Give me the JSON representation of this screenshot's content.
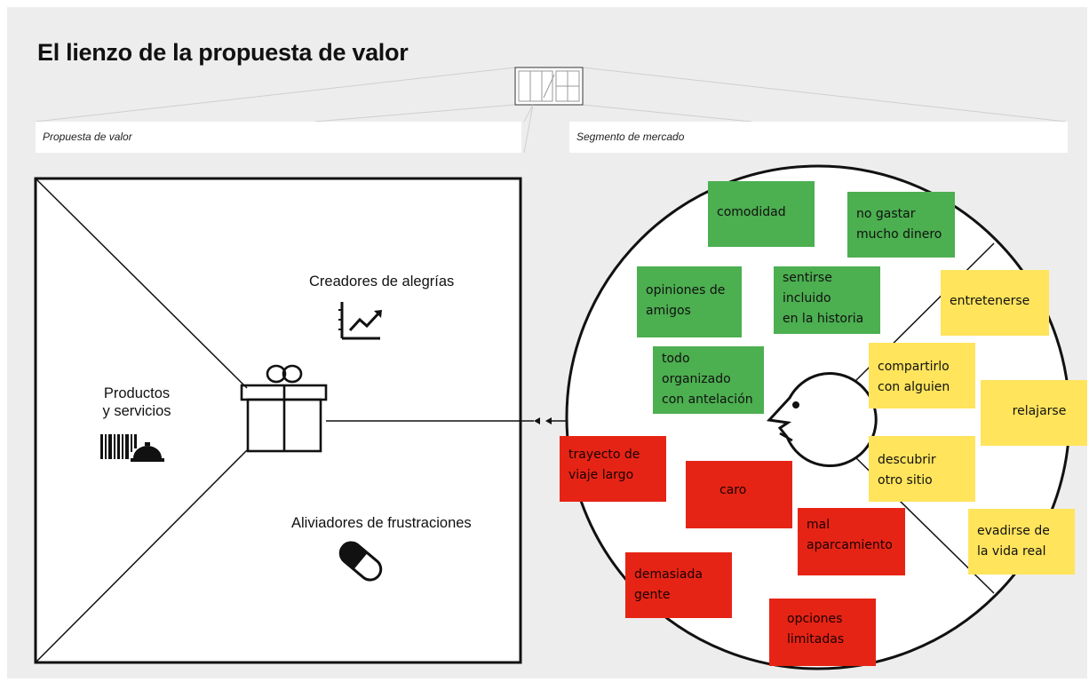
{
  "title": "El lienzo de la propuesta de valor",
  "headers": {
    "left": "Propuesta de valor",
    "right": "Segmento de mercado"
  },
  "value_proposition": {
    "gain_creators": "Creadores de alegrías",
    "products_services": "Productos\ny servicios",
    "pain_relievers": "Aliviadores de frustraciones"
  },
  "icons": {
    "thumbnail": "canvas-thumbnail-icon",
    "chart": "trending-chart-icon",
    "gift": "gift-icon",
    "barcode_service": "barcode-cloche-icon",
    "pill": "pill-icon",
    "face": "customer-face-icon"
  },
  "colors": {
    "gain": "#4caf50",
    "job": "#ffe45c",
    "pain": "#e62415",
    "background": "#ededed"
  },
  "notes": {
    "gains": [
      "comodidad",
      "no gastar\nmucho dinero",
      "opiniones de\namigos",
      "sentirse\nincluido\nen la historia",
      "todo\norganizado\ncon antelación"
    ],
    "jobs": [
      "entretenerse",
      "compartirlo\ncon alguien",
      "relajarse",
      "descubrir\notro sitio",
      "evadirse de\nla vida real"
    ],
    "pains": [
      "trayecto de\nviaje largo",
      "caro",
      "mal\naparcamiento",
      "demasiada\ngente",
      "opciones\nlimitadas"
    ]
  }
}
